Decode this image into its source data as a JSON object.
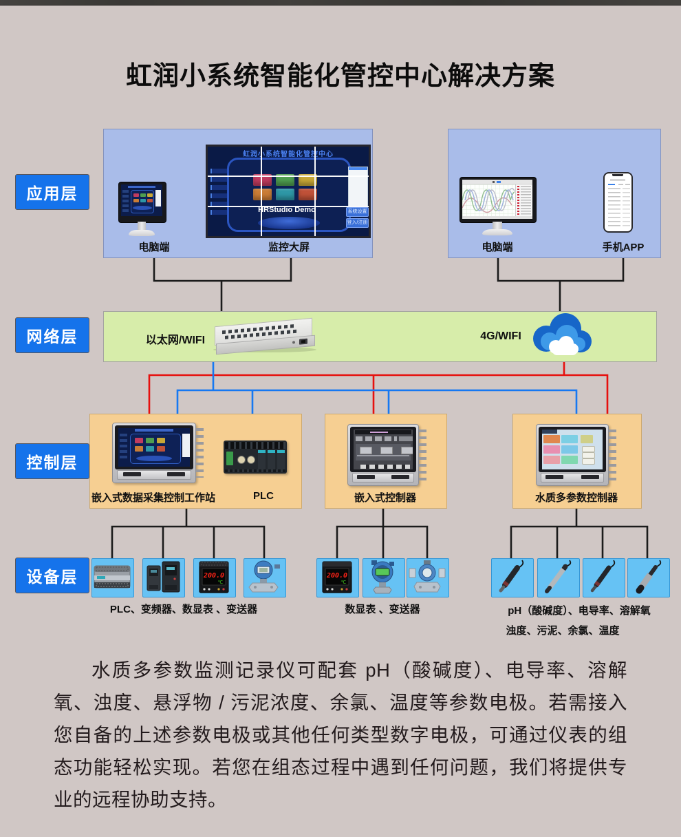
{
  "title": "虹润小系统智能化管控中心解决方案",
  "layers": {
    "application": "应用层",
    "network": "网络层",
    "control": "控制层",
    "device": "设备层"
  },
  "application": {
    "monitor_wall": {
      "screen_title": "虹润小系统智能化管控中心",
      "demo_label": "HRStudio Demo",
      "settings_button": "系统设置",
      "login_button": "登入/注册"
    },
    "captions": {
      "pc_left": "电脑端",
      "wall": "监控大屏",
      "pc_right": "电脑端",
      "mobile": "手机APP"
    }
  },
  "network": {
    "ethernet_label": "以太网/WIFI",
    "cellular_label": "4G/WIFI"
  },
  "control": {
    "workstation_label": "嵌入式数据采集控制工作站",
    "plc_label": "PLC",
    "embedded_controller_label": "嵌入式控制器",
    "water_controller_label": "水质多参数控制器"
  },
  "device": {
    "group1_caption": "PLC、变频器、数显表 、变送器",
    "group2_caption": "数显表 、变送器",
    "group3_caption_line1": "pH（酸碱度）、电导率、溶解氧",
    "group3_caption_line2": "浊度、污泥、余氯、温度",
    "meter_value": "200.0",
    "meter_unit": "℃"
  },
  "description": "水质多参数监测记录仪可配套 pH（酸碱度）、电导率、溶解氧、浊度、悬浮物 / 污泥浓度、余氯、温度等参数电极。若需接入您自备的上述参数电极或其他任何类型数字电极，可通过仪表的组态功能轻松实现。若您在组态过程中遇到任何问题，我们将提供专业的远程协助支持。"
}
